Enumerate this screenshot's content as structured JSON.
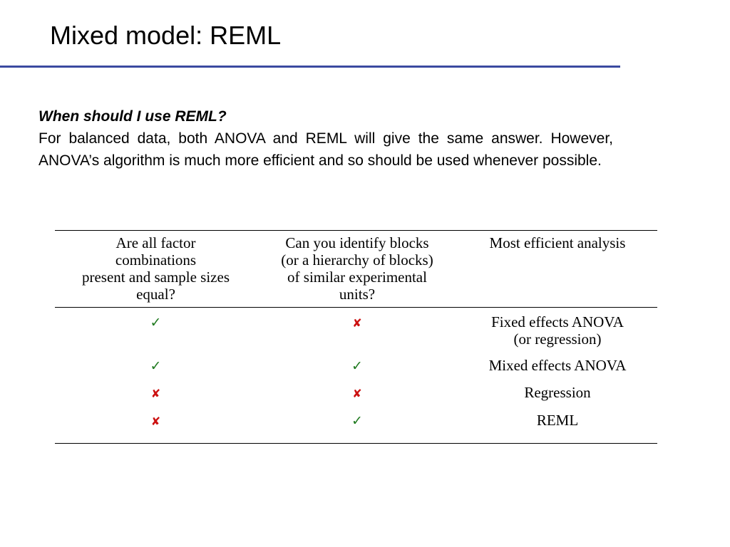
{
  "slide": {
    "title": "Mixed model: REML"
  },
  "intro": {
    "heading": "When should I use REML?",
    "body": "For balanced data, both ANOVA and REML will give the same answer. However, ANOVA’s algorithm is much more efficient and so should be used whenever possible."
  },
  "table": {
    "headers": [
      "Are all factor combinations\npresent and sample sizes equal?",
      "Can you identify blocks (or a hierarchy of blocks) of similar experimental units?",
      "Most efficient analysis"
    ],
    "header_lines": [
      [
        "Are all factor",
        "combinations",
        "present and sample sizes",
        "equal?"
      ],
      [
        "Can you identify blocks",
        "(or a hierarchy of blocks)",
        "of similar experimental",
        "units?"
      ],
      [
        "Most efficient analysis"
      ]
    ],
    "rows": [
      {
        "balanced": "yes",
        "blocks": "no",
        "analysis_lines": [
          "Fixed effects ANOVA",
          "(or regression)"
        ]
      },
      {
        "balanced": "yes",
        "blocks": "yes",
        "analysis_lines": [
          "Mixed effects ANOVA"
        ]
      },
      {
        "balanced": "no",
        "blocks": "no",
        "analysis_lines": [
          "Regression"
        ]
      },
      {
        "balanced": "no",
        "blocks": "yes",
        "analysis_lines": [
          "REML"
        ]
      }
    ],
    "symbols": {
      "yes": "✓",
      "no": "✘"
    }
  },
  "colors": {
    "title_rule": "#3b4aa0",
    "check": "#1f7a1f",
    "cross": "#cc1111"
  }
}
